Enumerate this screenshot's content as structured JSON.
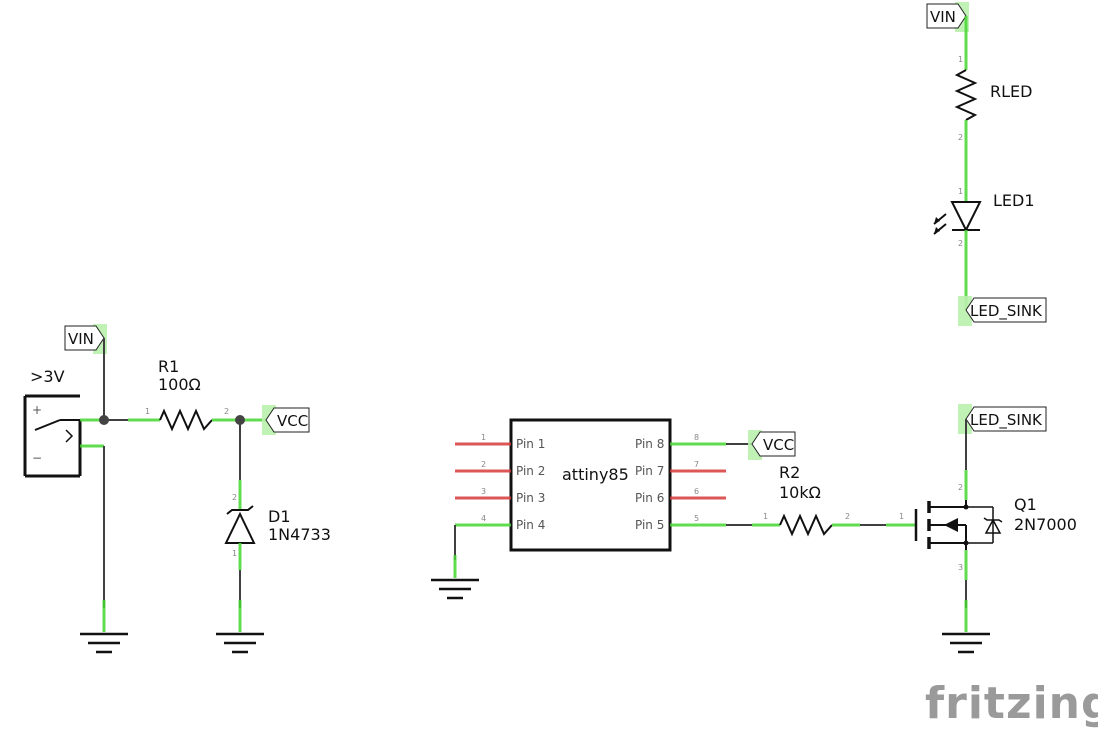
{
  "net_labels": {
    "vin_top": "VIN",
    "vin_left": "VIN",
    "vcc_r1": "VCC",
    "vcc_ic": "VCC",
    "led_sink_top": "LED_SINK",
    "led_sink_right": "LED_SINK"
  },
  "power_jack": {
    "label": ">3V",
    "plus": "+",
    "minus": "−"
  },
  "components": {
    "r1": {
      "ref": "R1",
      "value": "100Ω"
    },
    "d1": {
      "ref": "D1",
      "value": "1N4733"
    },
    "r2": {
      "ref": "R2",
      "value": "10kΩ"
    },
    "q1": {
      "ref": "Q1",
      "value": "2N7000"
    },
    "rled": {
      "ref": "RLED"
    },
    "led1": {
      "ref": "LED1"
    }
  },
  "ic": {
    "name": "attiny85",
    "left_pins": [
      "Pin 1",
      "Pin 2",
      "Pin 3",
      "Pin 4"
    ],
    "right_pins": [
      "Pin 8",
      "Pin 7",
      "Pin 6",
      "Pin 5"
    ],
    "left_nums": [
      "1",
      "2",
      "3",
      "4"
    ],
    "right_nums": [
      "8",
      "7",
      "6",
      "5"
    ]
  },
  "pin_numbers": {
    "r1": [
      "1",
      "2"
    ],
    "d1": [
      "2",
      "1"
    ],
    "r2": [
      "1",
      "2"
    ],
    "q1_gate": "1",
    "q1_drain": "2",
    "q1_source": "3",
    "rled": [
      "1",
      "2"
    ],
    "led1": [
      "1",
      "2"
    ]
  },
  "watermark": "fritzing",
  "colors": {
    "connected": "#44d633",
    "unconnected": "#d73a3a",
    "wire": "#404040",
    "brand": "#9a9a9a"
  }
}
